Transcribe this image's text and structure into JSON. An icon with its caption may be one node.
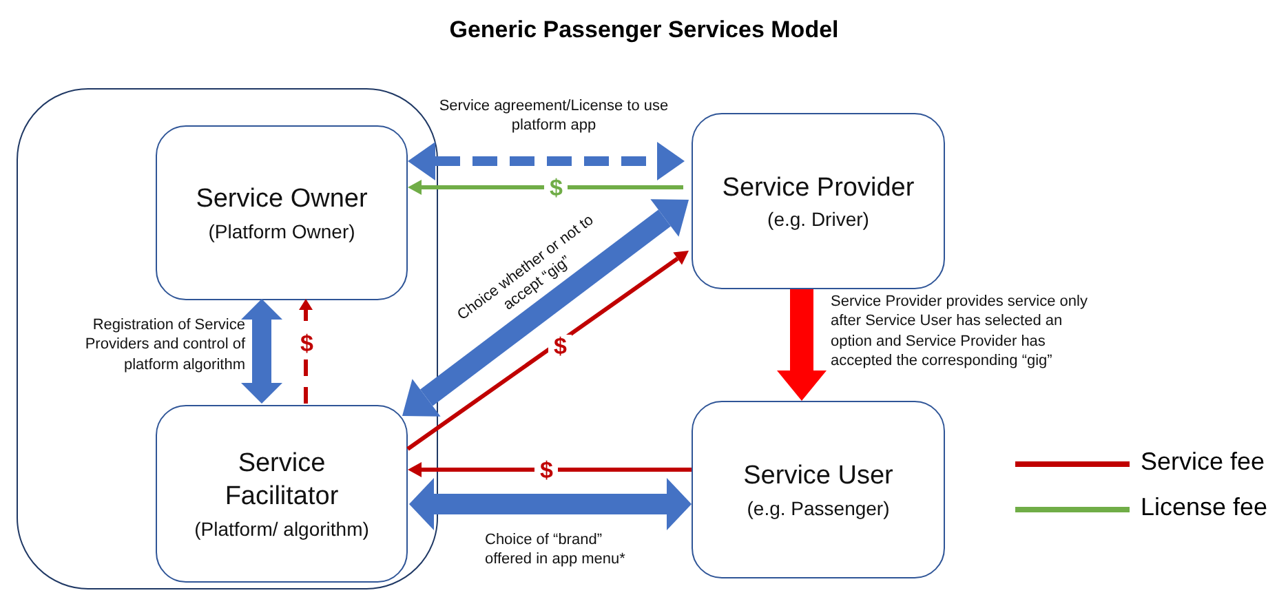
{
  "diagram": {
    "title": "Generic Passenger Services Model",
    "nodes": [
      {
        "text": [],
        "shape": "box"
      },
      {
        "text": [
          "Service Owner",
          "(Platform Owner)"
        ],
        "in": 0
      },
      {
        "text": [
          "Service Facilitator",
          "(Platform/ algorithm)"
        ],
        "in": 0
      },
      {
        "text": [
          "Service Provider",
          "(e.g. Driver)"
        ]
      },
      {
        "text": [
          "Service User",
          "(e.g. Passenger)"
        ]
      }
    ],
    "edges": [
      {
        "from": 1,
        "to": 3,
        "arrow": "both",
        "style": "dashed",
        "label": "Service agreement/License to use platform app"
      },
      {
        "from": 3,
        "to": 1,
        "arrow": "to",
        "color": "#70ad47",
        "label": "$"
      },
      {
        "from": 1,
        "to": 2,
        "arrow": "both",
        "style": "thick",
        "label": "Registration of  Service Providers and control of platform algorithm"
      },
      {
        "from": 2,
        "to": 1,
        "arrow": "to",
        "style": "dashed",
        "color": "#c00000",
        "label": "$"
      },
      {
        "from": 3,
        "to": 2,
        "arrow": "both",
        "style": "thick",
        "label": "Choice whether or not to accept “gig”"
      },
      {
        "from": 2,
        "to": 3,
        "arrow": "to",
        "color": "#c00000",
        "label": "$"
      },
      {
        "from": 3,
        "to": 4,
        "arrow": "to",
        "style": "thick",
        "color": "#ff0000",
        "label": "Service Provider provides service only after Service User has selected an option and Service Provider has accepted the corresponding “gig”"
      },
      {
        "from": 4,
        "to": 2,
        "arrow": "to",
        "color": "#c00000",
        "label": "$"
      },
      {
        "from": 2,
        "to": 4,
        "arrow": "both",
        "style": "thick",
        "label": "Choice of “brand” offered in app menu*"
      }
    ],
    "legend": [
      {
        "text": "Service fee",
        "color": "#c00000"
      },
      {
        "text": "License fee",
        "color": "#70ad47"
      }
    ]
  }
}
